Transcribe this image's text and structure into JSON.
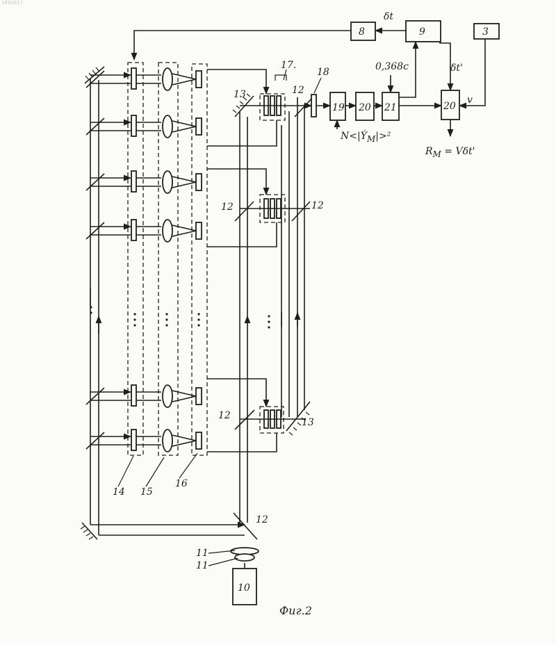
{
  "corner_text": "1693817",
  "caption": "Фиг.2",
  "blocks": {
    "b8": "8",
    "b9": "9",
    "b3": "3",
    "b19": "19",
    "b20a": "20",
    "b21": "21",
    "b20b": "20",
    "b10": "10"
  },
  "labels": {
    "dt": "δt",
    "dt_prime": "δt'",
    "const": "0,368c",
    "v": "v",
    "rm": "R",
    "rm_sub": "M",
    "rm_rest": " = Vδt'",
    "n_expr": "N<|Ẏ",
    "n_sub": "M",
    "n_rest": "|>²",
    "n17": "17.",
    "n18": "18",
    "n13a": "13",
    "n12a": "12",
    "n12b": "12",
    "n12c": "12",
    "n12d": "12",
    "n13b": "13",
    "n12e": "12",
    "n14": "14",
    "n15": "15",
    "n16": "16",
    "n11a": "11",
    "n11b": "11"
  }
}
